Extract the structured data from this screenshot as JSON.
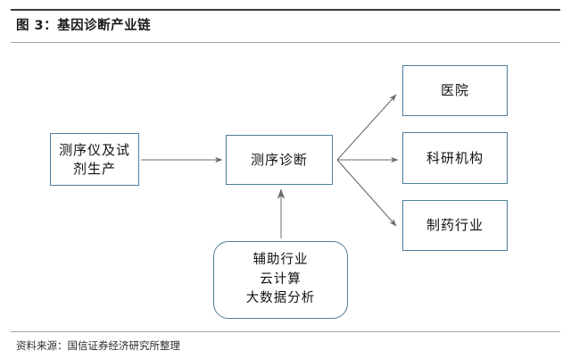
{
  "header": {
    "figure_title": "图 3：基因诊断产业链"
  },
  "footer": {
    "source_note": "资料来源：国信证券经济研究所整理"
  },
  "colors": {
    "node_border": "#4d7f9c",
    "node_fill": "#ffffff",
    "arrow": "#6b6b6b",
    "rule_dark": "#3a3a3a",
    "rule_light": "#9aa3ab",
    "text": "#111111"
  },
  "diagram": {
    "type": "flowchart",
    "nodes": [
      {
        "id": "producer",
        "label": "测序仪及试\n剂生产",
        "shape": "rect"
      },
      {
        "id": "diagnosis",
        "label": "测序诊断",
        "shape": "rect"
      },
      {
        "id": "hospital",
        "label": "医院",
        "shape": "rect"
      },
      {
        "id": "research",
        "label": "科研机构",
        "shape": "rect"
      },
      {
        "id": "pharma",
        "label": "制药行业",
        "shape": "rect"
      },
      {
        "id": "support",
        "label": "辅助行业\n云计算\n大数据分析",
        "shape": "rounded-rect"
      }
    ],
    "edges": [
      {
        "from": "producer",
        "to": "diagnosis",
        "style": "arrow"
      },
      {
        "from": "diagnosis",
        "to": "hospital",
        "style": "arrow"
      },
      {
        "from": "diagnosis",
        "to": "research",
        "style": "arrow"
      },
      {
        "from": "diagnosis",
        "to": "pharma",
        "style": "arrow"
      },
      {
        "from": "support",
        "to": "diagnosis",
        "style": "arrow"
      }
    ]
  }
}
